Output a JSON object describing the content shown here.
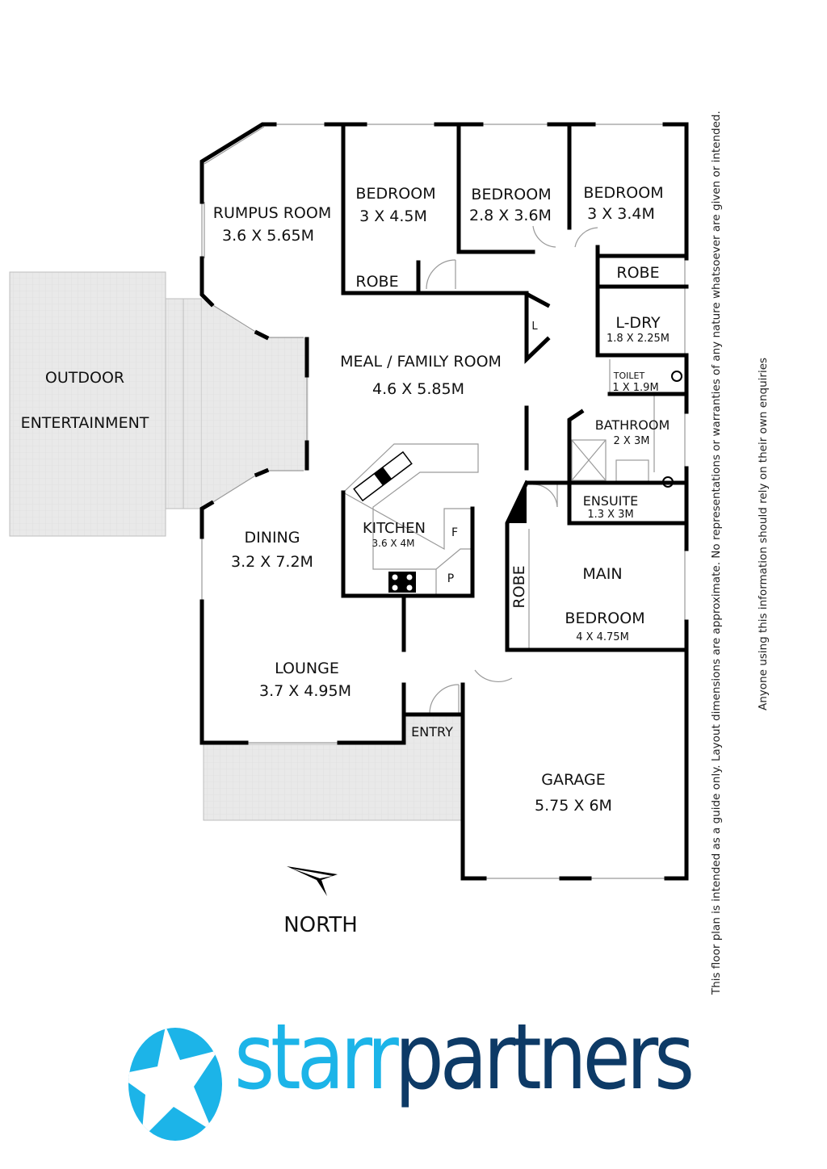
{
  "plan": {
    "rooms": [
      {
        "id": "rumpus",
        "name": "RUMPUS ROOM",
        "dims": "3.6 X 5.65M"
      },
      {
        "id": "bedroom1",
        "name": "BEDROOM",
        "dims": "3 X 4.5M"
      },
      {
        "id": "bedroom2",
        "name": "BEDROOM",
        "dims": "2.8 X 3.6M"
      },
      {
        "id": "bedroom3",
        "name": "BEDROOM",
        "dims": "3 X 3.4M"
      },
      {
        "id": "robe1",
        "name": "ROBE"
      },
      {
        "id": "robe2",
        "name": "ROBE"
      },
      {
        "id": "linen",
        "name": "L"
      },
      {
        "id": "laundry",
        "name": "L-DRY",
        "dims": "1.8 X 2.25M"
      },
      {
        "id": "toilet",
        "name": "TOILET",
        "dims": "1 X 1.9M"
      },
      {
        "id": "bathroom",
        "name": "BATHROOM",
        "dims": "2 X 3M"
      },
      {
        "id": "ensuite",
        "name": "ENSUITE",
        "dims": "1.3 X 3M"
      },
      {
        "id": "meal_family",
        "name": "MEAL / FAMILY ROOM",
        "dims": "4.6 X 5.85M"
      },
      {
        "id": "outdoor",
        "name_line1": "OUTDOOR",
        "name_line2": "ENTERTAINMENT"
      },
      {
        "id": "kitchen",
        "name": "KITCHEN",
        "dims": "3.6 X 4M"
      },
      {
        "id": "fridge",
        "name": "F"
      },
      {
        "id": "pantry",
        "name": "P"
      },
      {
        "id": "dining",
        "name": "DINING",
        "dims": "3.2 X 7.2M"
      },
      {
        "id": "robe3",
        "name": "ROBE"
      },
      {
        "id": "main_bedroom",
        "name_line1": "MAIN",
        "name_line2": "BEDROOM",
        "dims": "4 X 4.75M"
      },
      {
        "id": "lounge",
        "name": "LOUNGE",
        "dims": "3.7 X 4.95M"
      },
      {
        "id": "entry",
        "name": "ENTRY"
      },
      {
        "id": "garage",
        "name": "GARAGE",
        "dims": "5.75 X 6M"
      }
    ],
    "compass": {
      "label": "NORTH",
      "icon": "north-arrow-icon"
    }
  },
  "disclaimer": {
    "line1": "This floor plan is intended as a guide only. Layout dimensions are approximate. No representations or warranties of any nature whatsoever are given or intended.",
    "line2": "Anyone using this information should rely on their own enquiries"
  },
  "brand": {
    "name_part1": "starr",
    "name_part2": "partners",
    "icon": "star-circle-logo-icon",
    "color_primary": "#1cb4e8",
    "color_secondary": "#0d3a66"
  }
}
